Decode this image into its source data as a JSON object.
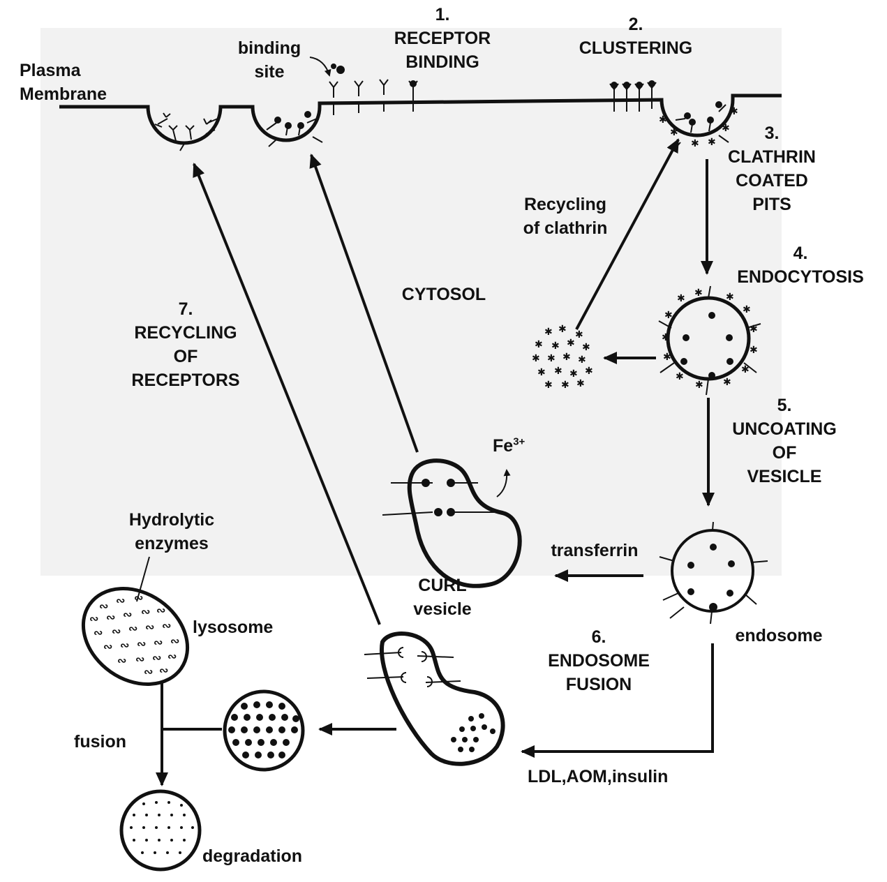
{
  "labels": {
    "plasma_membrane": [
      "Plasma",
      "Membrane"
    ],
    "binding_site": [
      "binding",
      "site"
    ],
    "step1": [
      "1.",
      "RECEPTOR",
      "BINDING"
    ],
    "step2": [
      "2.",
      "CLUSTERING"
    ],
    "step3": [
      "3.",
      "CLATHRIN",
      "COATED",
      "PITS"
    ],
    "step4": [
      "4.",
      "ENDOCYTOSIS"
    ],
    "step5": [
      "5.",
      "UNCOATING",
      "OF",
      "VESICLE"
    ],
    "step6": [
      "6.",
      "ENDOSOME",
      "FUSION"
    ],
    "step7": [
      "7.",
      "RECYCLING",
      "OF",
      "RECEPTORS"
    ],
    "recycling_clathrin": [
      "Recycling",
      "of clathrin"
    ],
    "cytosol": "CYTOSOL",
    "fe_base": "Fe",
    "fe_charge": "3+",
    "transferrin": "transferrin",
    "curl_vesicle": [
      "CURL",
      "vesicle"
    ],
    "endosome": "endosome",
    "hydrolytic_enzymes": [
      "Hydrolytic",
      "enzymes"
    ],
    "lysosome": "lysosome",
    "fusion": "fusion",
    "degradation": "degradation",
    "ldl": "LDL,AOM,insulin"
  },
  "colors": {
    "ink": "#111111",
    "panel": "#f2f2f2"
  }
}
